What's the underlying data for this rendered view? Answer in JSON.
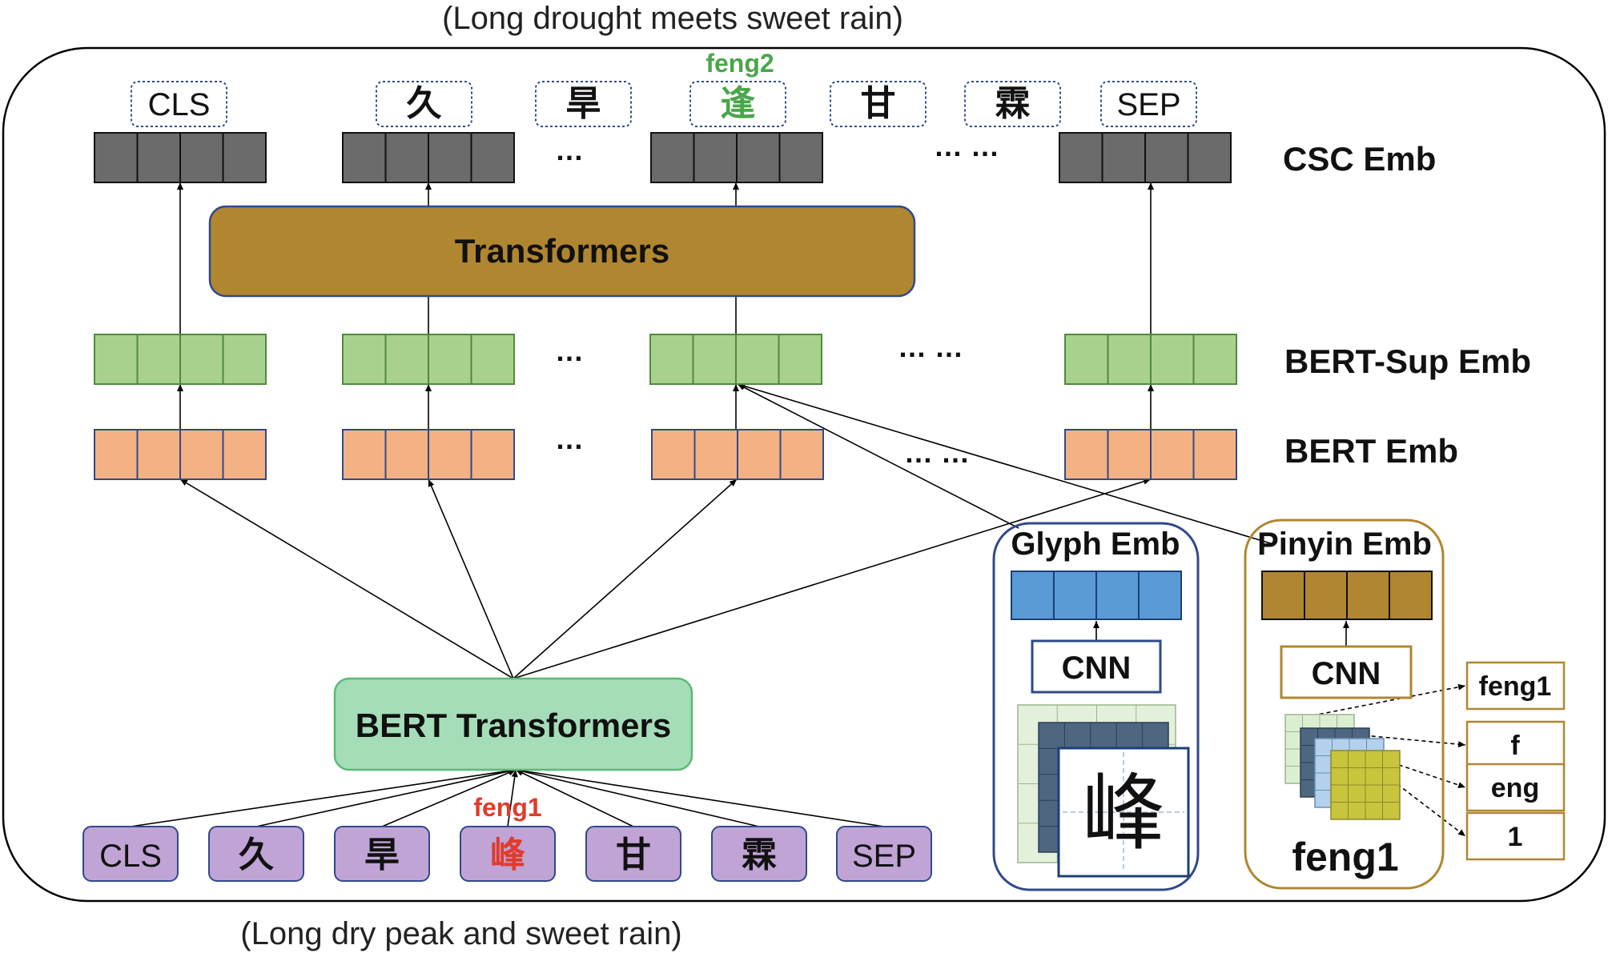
{
  "captions": {
    "top": "(Long drought meets sweet rain)",
    "bottom": "(Long dry peak and sweet rain)"
  },
  "output_tokens": [
    "CLS",
    "久",
    "旱",
    "逢",
    "甘",
    "霖",
    "SEP"
  ],
  "output_annotation": "feng2",
  "input_tokens": [
    "CLS",
    "久",
    "旱",
    "峰",
    "甘",
    "霖",
    "SEP"
  ],
  "input_annotation": "feng1",
  "ellipsis_short": "…",
  "ellipsis_long": "… …",
  "row_labels": {
    "csc": "CSC Emb",
    "sup": "BERT-Sup Emb",
    "bert": "BERT Emb"
  },
  "transformers_label": "Transformers",
  "bert_transformers_label": "BERT Transformers",
  "glyph": {
    "title": "Glyph Emb",
    "cnn": "CNN",
    "character": "峰"
  },
  "pinyin": {
    "title": "Pinyin Emb",
    "cnn": "CNN",
    "word": "feng1",
    "parts": [
      "feng1",
      "f",
      "eng",
      "1"
    ]
  },
  "colors": {
    "csc": "#6b6b6b",
    "sup": "#a9d18e",
    "bert": "#f4b183",
    "glyph_emb": "#5b9bd5",
    "pinyin_emb": "#b08630",
    "transformers": "#b08630",
    "bert_transformers": "#a5ddb8",
    "token": "#c0a4d6",
    "highlight_red": "#e03c2c",
    "highlight_green": "#4aa64a",
    "glyph_frame": "#2f4a8a",
    "pinyin_frame": "#b08630"
  }
}
